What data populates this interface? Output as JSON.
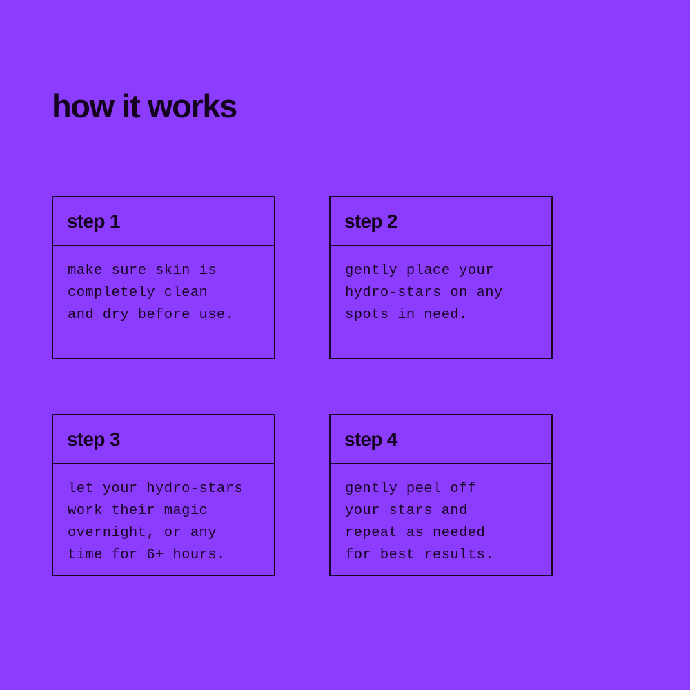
{
  "theme": {
    "background_color": "#8b3cfd",
    "ink_color": "#190626",
    "border_color": "#190626"
  },
  "header": {
    "title": "how it works"
  },
  "steps": [
    {
      "label": "step 1",
      "text": "make sure skin is\ncompletely clean\nand dry before use."
    },
    {
      "label": "step 2",
      "text": "gently place your\nhydro-stars on any\nspots in need."
    },
    {
      "label": "step 3",
      "text": "let your hydro-stars\nwork their magic\novernight, or any\ntime for 6+ hours."
    },
    {
      "label": "step 4",
      "text": "gently peel off\nyour stars and\nrepeat as needed\nfor best results."
    }
  ]
}
